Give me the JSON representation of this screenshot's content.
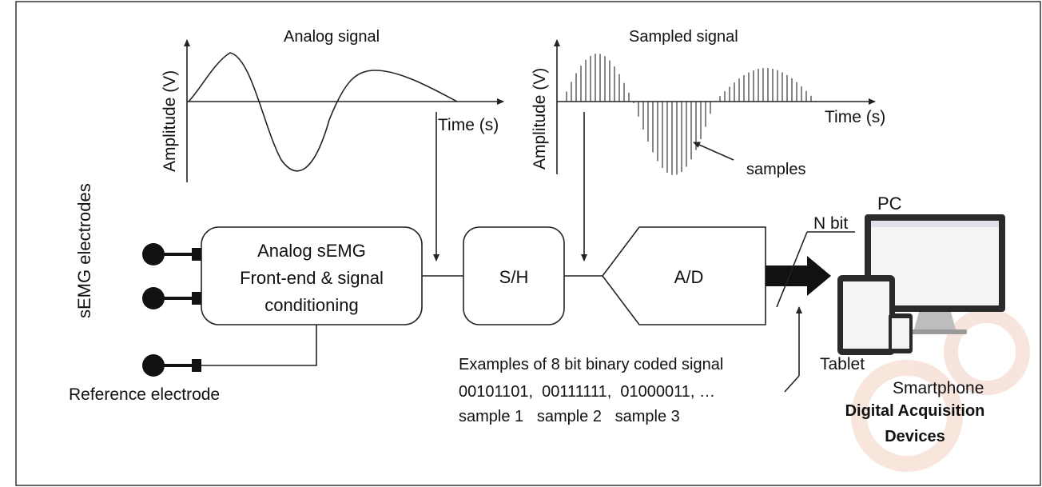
{
  "top_left_plot": {
    "title": "Analog signal",
    "y_label": "Amplitude (V)",
    "x_label": "Time (s)"
  },
  "top_right_plot": {
    "title": "Sampled signal",
    "y_label": "Amplitude (V)",
    "x_label": "Time (s)",
    "annotation": "samples"
  },
  "electrodes": {
    "side_label": "sEMG electrodes",
    "reference_label": "Reference electrode"
  },
  "blocks": {
    "frontend_line1": "Analog sEMG",
    "frontend_line2": "Front-end & signal",
    "frontend_line3": "conditioning",
    "sample_hold": "S/H",
    "adc": "A/D"
  },
  "output": {
    "bus_label": "N bit"
  },
  "binary_example": {
    "title": "Examples of 8 bit binary coded signal",
    "codes": "00101101,  00111111,  01000011, …",
    "samples": "sample 1   sample 2   sample 3"
  },
  "devices": {
    "pc_label": "PC",
    "tablet_label": "Tablet",
    "smartphone_label": "Smartphone",
    "group_line1": "Digital Acquisition",
    "group_line2": "Devices"
  },
  "colors": {
    "watermark": "#f2cfc0",
    "screen_dark": "#2a2a2a",
    "screen_light": "#f4f4f4"
  }
}
